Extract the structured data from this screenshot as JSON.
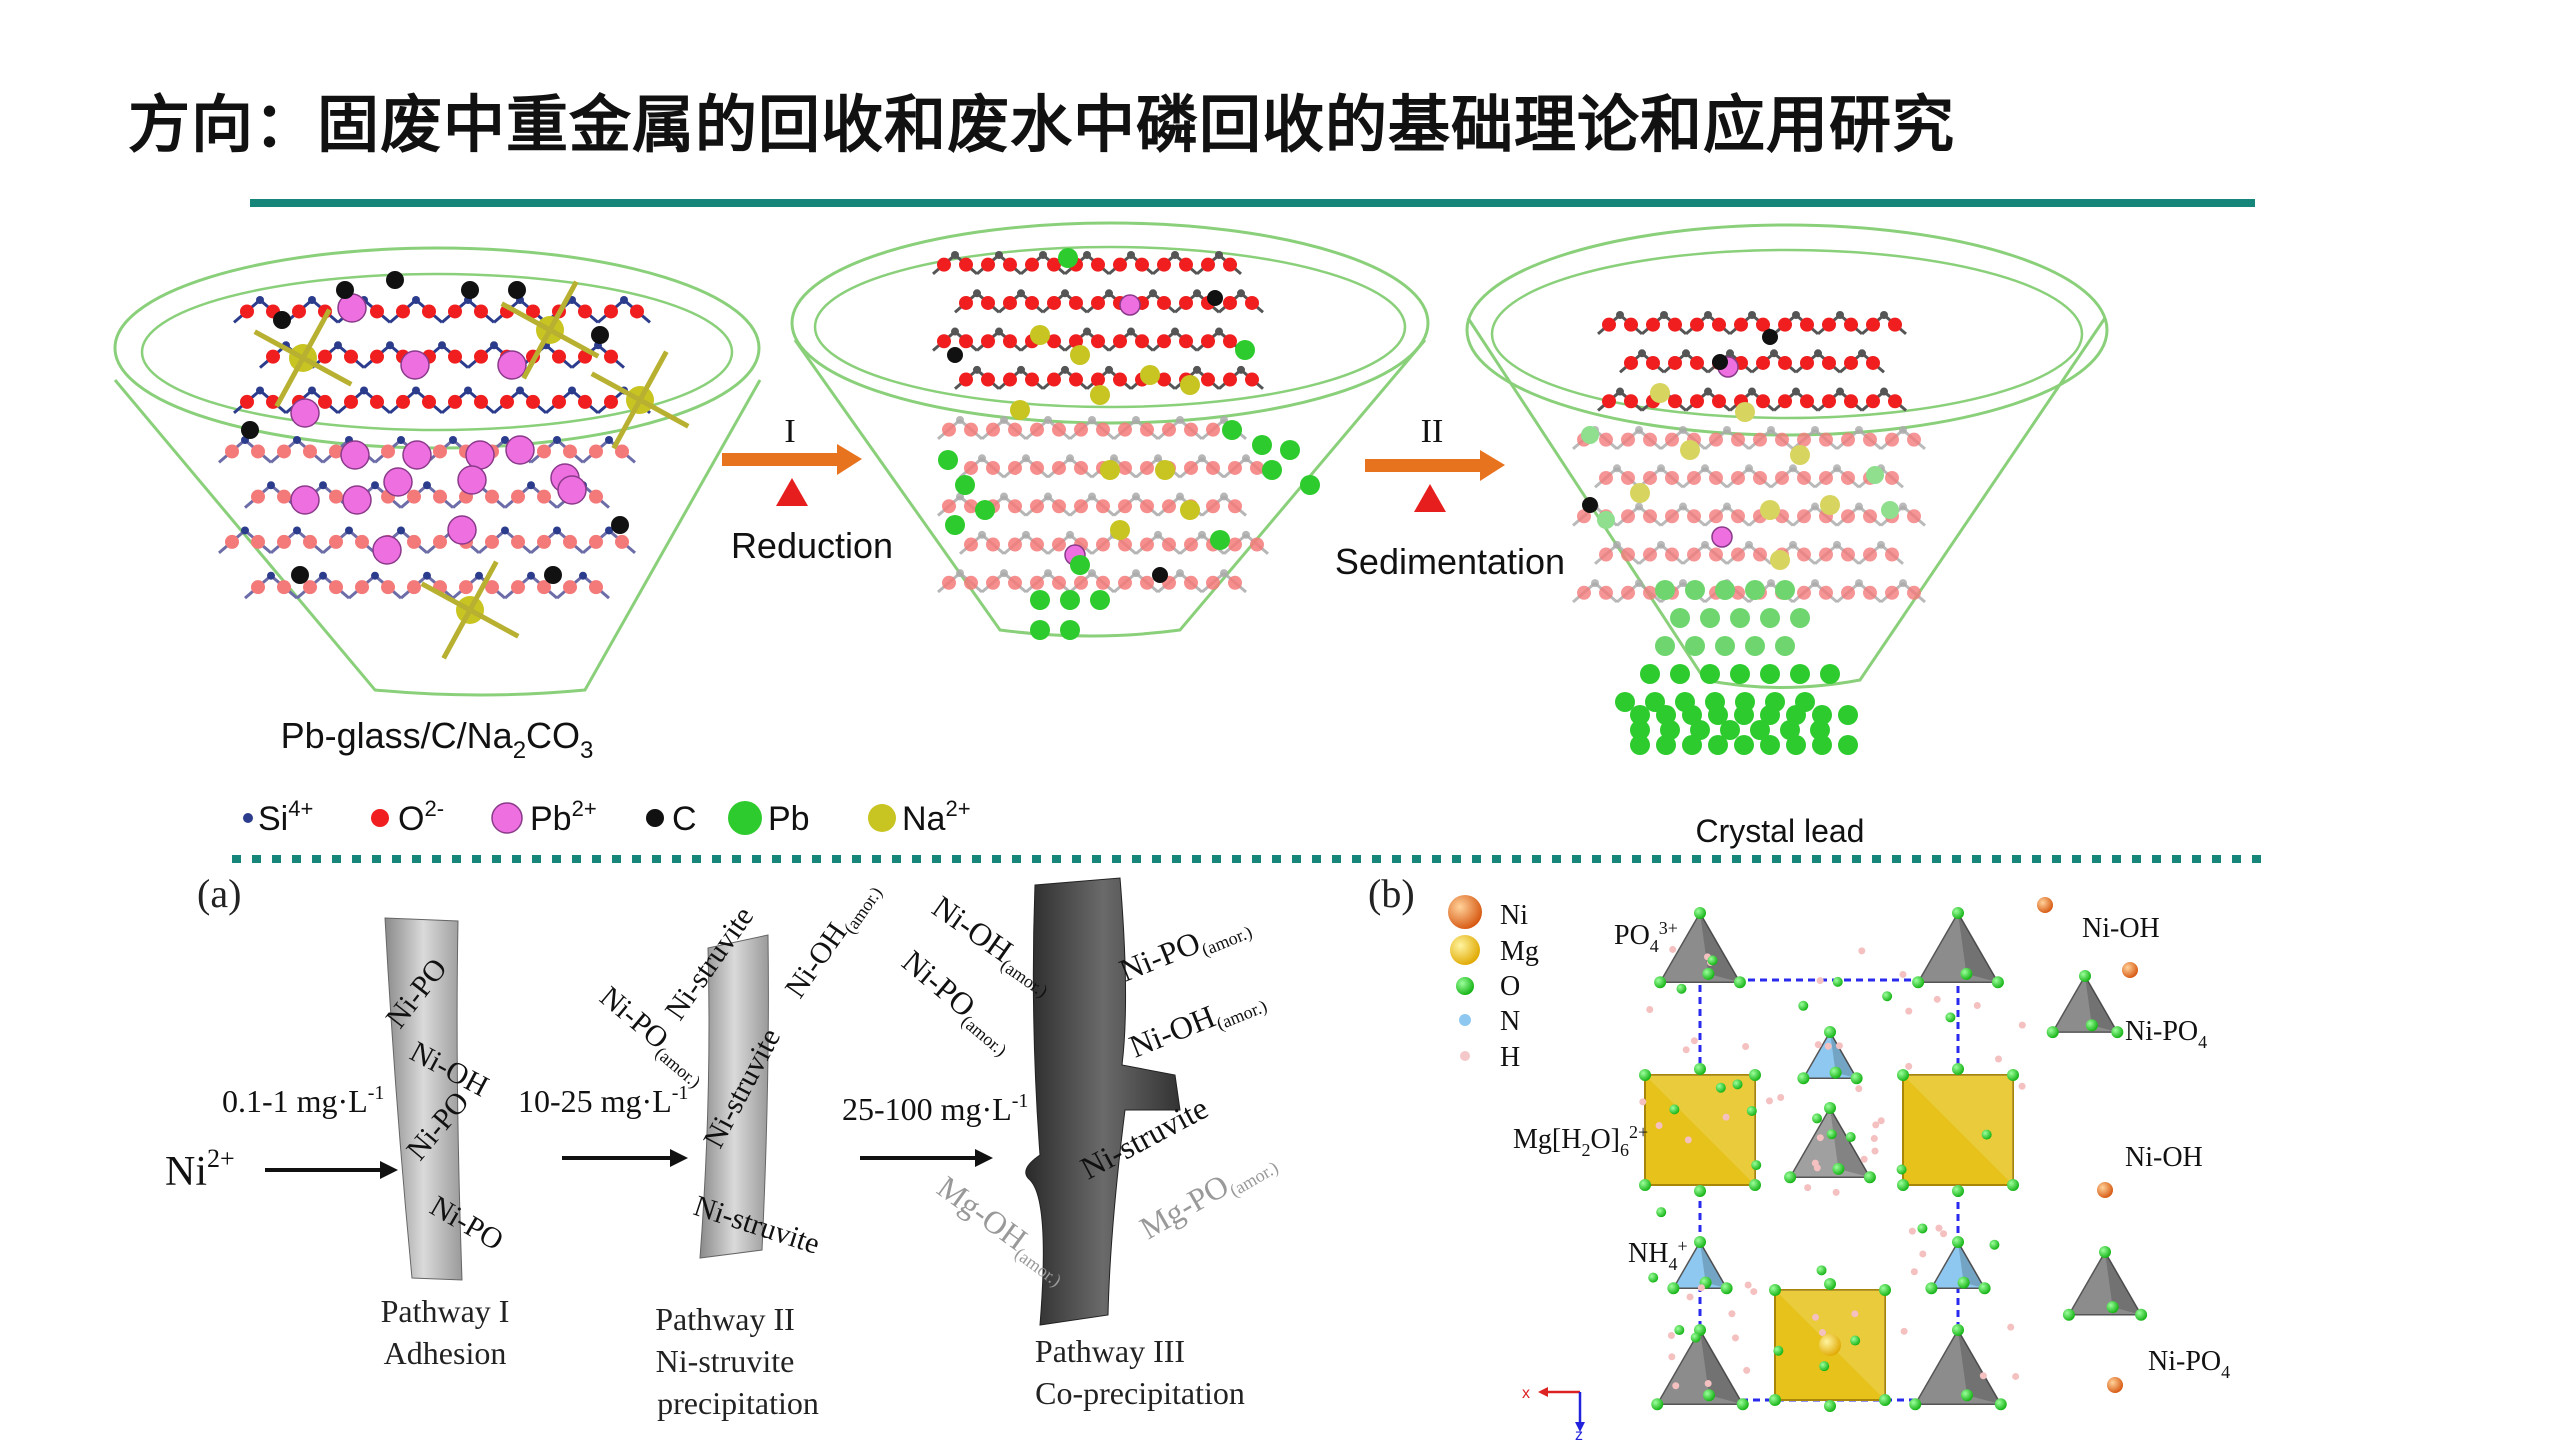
{
  "title": "方向：固废中重金属的回收和废水中磷回收的基础理论和应用研究",
  "colors": {
    "rule": "#16867a",
    "funnel": "#7ccc6a",
    "oxygen": "#f01e1e",
    "silicon": "#2c3c8c",
    "lead_ion": "#ee6fe0",
    "carbon": "#111111",
    "lead": "#2ecb2e",
    "sodium": "#c8c421",
    "arrow": "#e8731f",
    "heat": "#e61e1e"
  },
  "top_figure": {
    "funnel1_label": [
      "Pb-glass/C/Na",
      "2",
      "CO",
      "3"
    ],
    "step1": {
      "roman": "I",
      "label": "Reduction"
    },
    "step2": {
      "roman": "II",
      "label": "Sedimentation"
    },
    "product_label": "Crystal lead",
    "legend": [
      {
        "symbol": "Si",
        "charge": "4+",
        "icon": "small-dark-blue-dot"
      },
      {
        "symbol": "O",
        "charge": "2-",
        "icon": "red-dot"
      },
      {
        "symbol": "Pb",
        "charge": "2+",
        "icon": "pink-dot"
      },
      {
        "symbol": "C",
        "charge": "",
        "icon": "black-dot"
      },
      {
        "symbol": "Pb",
        "charge": "",
        "icon": "green-dot"
      },
      {
        "symbol": "Na",
        "charge": "2+",
        "icon": "yellow-dot"
      }
    ]
  },
  "panel_a": {
    "label": "(a)",
    "ion": {
      "base": "Ni",
      "charge": "2+"
    },
    "conc": [
      {
        "num": "0.1-1 mg·L",
        "exp": "-1"
      },
      {
        "num": "10-25 mg·L",
        "exp": "-1"
      },
      {
        "num": "25-100 mg·L",
        "exp": "-1"
      }
    ],
    "pathway1": {
      "lines": [
        "Pathway I",
        "Adhesion"
      ],
      "tags": [
        "Ni-PO",
        "Ni-OH",
        "Ni-PO",
        "Ni-PO"
      ]
    },
    "pathway2": {
      "lines": [
        "Pathway II",
        "Ni-struvite",
        "precipitation"
      ],
      "tags": [
        "Ni-struvite",
        "Ni-OH",
        "Ni-PO",
        "Ni-struvite",
        "Ni-struvite"
      ],
      "amor": "(amor.)"
    },
    "pathway3": {
      "lines": [
        "Pathway III",
        "Co-precipitation"
      ],
      "tags": [
        "Ni-OH",
        "Ni-PO",
        "Ni-PO",
        "Ni-OH",
        "Ni-struvite",
        "Mg-OH",
        "Mg-PO"
      ],
      "amor": "(amor.)"
    }
  },
  "panel_b": {
    "label": "(b)",
    "legend": [
      {
        "name": "Ni",
        "color": "#e06a1a"
      },
      {
        "name": "Mg",
        "color": "#f3c614"
      },
      {
        "name": "O",
        "color": "#22cc22"
      },
      {
        "name": "N",
        "color": "#8ec8f0"
      },
      {
        "name": "H",
        "color": "#f4c8c8"
      }
    ],
    "labels": {
      "po4": [
        "PO",
        "4",
        "3+"
      ],
      "mg_h2o": [
        "Mg[H",
        "2",
        "O]",
        "6",
        "2+"
      ],
      "nh4": [
        "NH",
        "4",
        "+"
      ],
      "ni_oh": "Ni-OH",
      "ni_po4": [
        "Ni-PO",
        "4"
      ]
    },
    "axes": {
      "x": "x",
      "z": "z"
    }
  }
}
